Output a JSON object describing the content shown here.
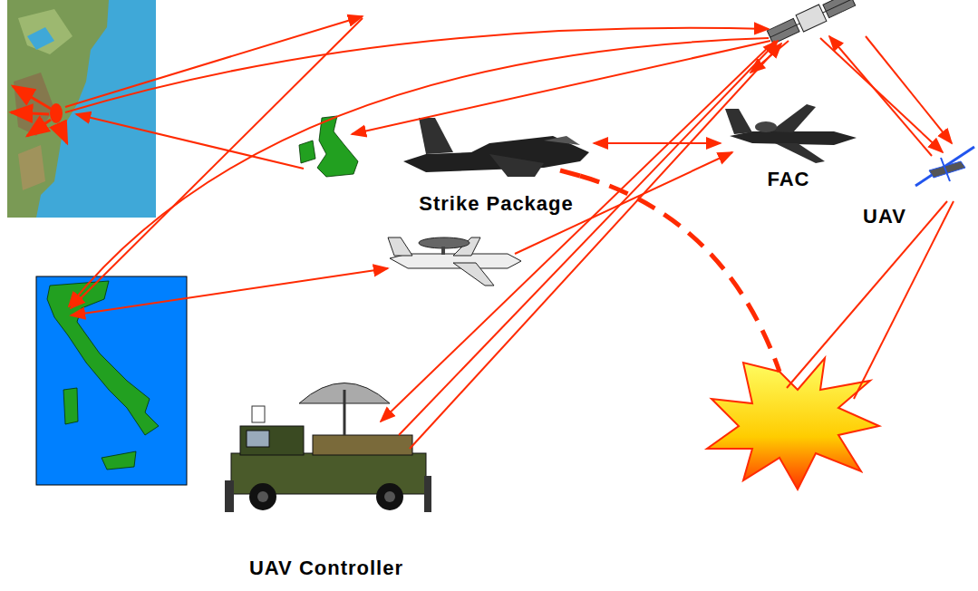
{
  "diagram": {
    "nodes": [
      {
        "text": [
          "Strike Package"
        ]
      },
      {
        "text": [
          "FAC"
        ]
      },
      {
        "text": [
          "UAV"
        ]
      },
      {
        "text": [
          "UAV Controller"
        ]
      }
    ],
    "edges": [
      {
        "from": 0,
        "to": 1,
        "arrow": "both"
      }
    ]
  }
}
